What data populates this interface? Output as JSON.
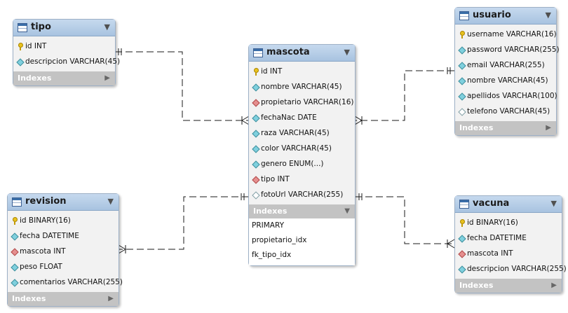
{
  "tables": {
    "tipo": {
      "name": "tipo",
      "columns": [
        {
          "icon": "primary-key-icon",
          "text": "id INT"
        },
        {
          "icon": "not-null-column-icon",
          "text": "descripcion VARCHAR(45)"
        }
      ],
      "indexes_label": "Indexes"
    },
    "usuario": {
      "name": "usuario",
      "columns": [
        {
          "icon": "primary-key-icon",
          "text": "username VARCHAR(16)"
        },
        {
          "icon": "not-null-column-icon",
          "text": "password VARCHAR(255)"
        },
        {
          "icon": "not-null-column-icon",
          "text": "email VARCHAR(255)"
        },
        {
          "icon": "not-null-column-icon",
          "text": "nombre VARCHAR(45)"
        },
        {
          "icon": "not-null-column-icon",
          "text": "apellidos VARCHAR(100)"
        },
        {
          "icon": "nullable-column-icon",
          "text": "telefono VARCHAR(45)"
        }
      ],
      "indexes_label": "Indexes"
    },
    "mascota": {
      "name": "mascota",
      "columns": [
        {
          "icon": "primary-key-icon",
          "text": "id INT"
        },
        {
          "icon": "not-null-column-icon",
          "text": "nombre VARCHAR(45)"
        },
        {
          "icon": "foreign-key-icon",
          "text": "propietario VARCHAR(16)"
        },
        {
          "icon": "not-null-column-icon",
          "text": "fechaNac DATE"
        },
        {
          "icon": "not-null-column-icon",
          "text": "raza VARCHAR(45)"
        },
        {
          "icon": "not-null-column-icon",
          "text": "color VARCHAR(45)"
        },
        {
          "icon": "not-null-column-icon",
          "text": "genero ENUM(...)"
        },
        {
          "icon": "foreign-key-icon",
          "text": "tipo INT"
        },
        {
          "icon": "nullable-column-icon",
          "text": "fotoUrl VARCHAR(255)"
        }
      ],
      "indexes_label": "Indexes",
      "indexes": [
        "PRIMARY",
        "propietario_idx",
        "fk_tipo_idx"
      ]
    },
    "revision": {
      "name": "revision",
      "columns": [
        {
          "icon": "primary-key-icon",
          "text": "id BINARY(16)"
        },
        {
          "icon": "not-null-column-icon",
          "text": "fecha DATETIME"
        },
        {
          "icon": "foreign-key-icon",
          "text": "mascota INT"
        },
        {
          "icon": "not-null-column-icon",
          "text": "peso FLOAT"
        },
        {
          "icon": "not-null-column-icon",
          "text": "comentarios VARCHAR(255)"
        }
      ],
      "indexes_label": "Indexes"
    },
    "vacuna": {
      "name": "vacuna",
      "columns": [
        {
          "icon": "primary-key-icon",
          "text": "id BINARY(16)"
        },
        {
          "icon": "not-null-column-icon",
          "text": "fecha DATETIME"
        },
        {
          "icon": "foreign-key-icon",
          "text": "mascota INT"
        },
        {
          "icon": "not-null-column-icon",
          "text": "descripcion VARCHAR(255)"
        }
      ],
      "indexes_label": "Indexes"
    }
  },
  "relationships": [
    {
      "from": "tipo",
      "to": "mascota",
      "one_end": "tipo",
      "many_end": "mascota"
    },
    {
      "from": "usuario",
      "to": "mascota",
      "one_end": "usuario",
      "many_end": "mascota"
    },
    {
      "from": "mascota",
      "to": "revision",
      "one_end": "mascota",
      "many_end": "revision"
    },
    {
      "from": "mascota",
      "to": "vacuna",
      "one_end": "mascota",
      "many_end": "vacuna"
    }
  ],
  "colors": {
    "header": "#a8c3e0",
    "indexes_bar": "#c3c3c3",
    "connector": "#1a1a1a"
  }
}
